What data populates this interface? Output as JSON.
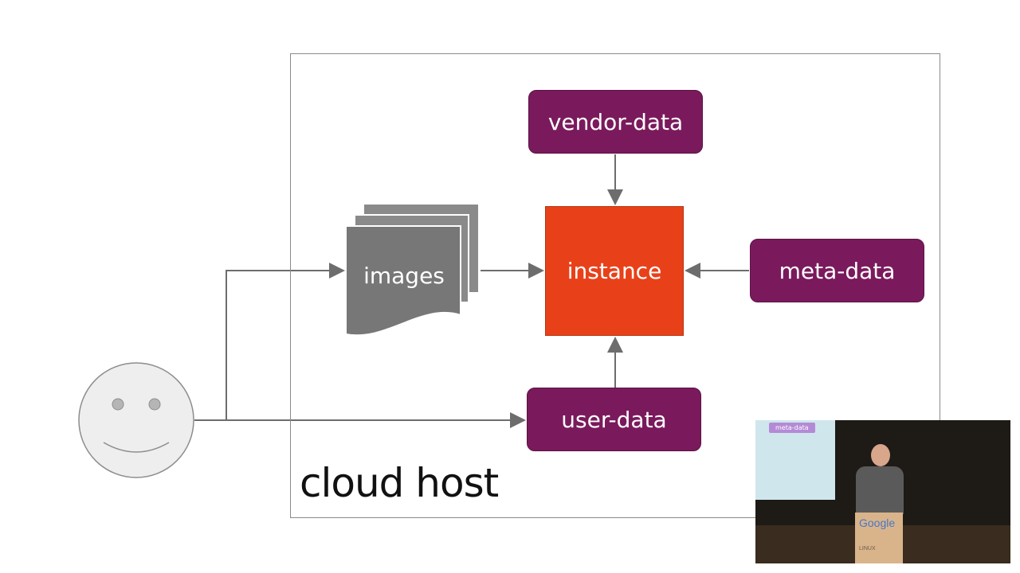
{
  "diagram": {
    "container_label": "cloud host",
    "nodes": {
      "vendor_data": "vendor-data",
      "instance": "instance",
      "meta_data": "meta-data",
      "user_data": "user-data",
      "images": "images"
    },
    "colors": {
      "purple": "#7a1a5c",
      "instance": "#e8411a",
      "images": "#777777",
      "arrow": "#6d6d6d"
    }
  },
  "video": {
    "slide_tag": "meta-data",
    "podium_brand": "Google",
    "podium_logo_text": "LINUX"
  }
}
